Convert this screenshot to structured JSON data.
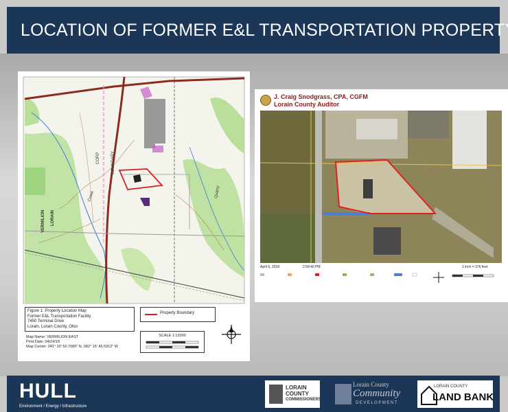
{
  "header": {
    "title": "LOCATION OF FORMER E&L TRANSPORTATION PROPERTY"
  },
  "left_map": {
    "caption_lines": [
      "Figure 1: Property Location Map",
      "Former E&L Transportation Facility",
      "7450 Terminal Drive",
      "Lorain, Lorain County, Ohio"
    ],
    "map_info_lines": [
      "Map Name: VERMILION EAST",
      "Print Date: 04/24/18",
      "Map Center: 041° 20' 50.7080\" N, 082° 16' 45.5912\" W"
    ],
    "legend_label": "Property Boundary",
    "scale_label": "SCALE 1:12000",
    "map_labels": {
      "vermilion": "VERMILION",
      "lorain": "LORAIN",
      "creek": "Creek",
      "corp_line": "CORP",
      "boundary": "BOUNDARY",
      "quarry": "Quarry"
    }
  },
  "right_map": {
    "auditor_name": "J. Craig Snodgrass, CPA, CGFM",
    "auditor_office": "Lorain County Auditor",
    "date": "April 6, 2018",
    "time": "2:58:40 PM",
    "scale": "1 inch = 376 feet"
  },
  "footer": {
    "brand": "HULL",
    "tagline": "Environment / Energy / Infrastructure",
    "logos": [
      {
        "line1": "LORAIN",
        "line2": "COUNTY",
        "line3": "COMMISSIONERS"
      },
      {
        "line1": "Lorain County",
        "line2": "Community",
        "line3": "DEVELOPMENT"
      },
      {
        "line1": "LORAIN COUNTY",
        "line2": "LAND BANK"
      }
    ]
  },
  "colors": {
    "header_bg": "#1c3657",
    "boundary_red": "#d42020",
    "road_brown": "#8c2b1d",
    "vegetation_green": "#b9df9a"
  }
}
